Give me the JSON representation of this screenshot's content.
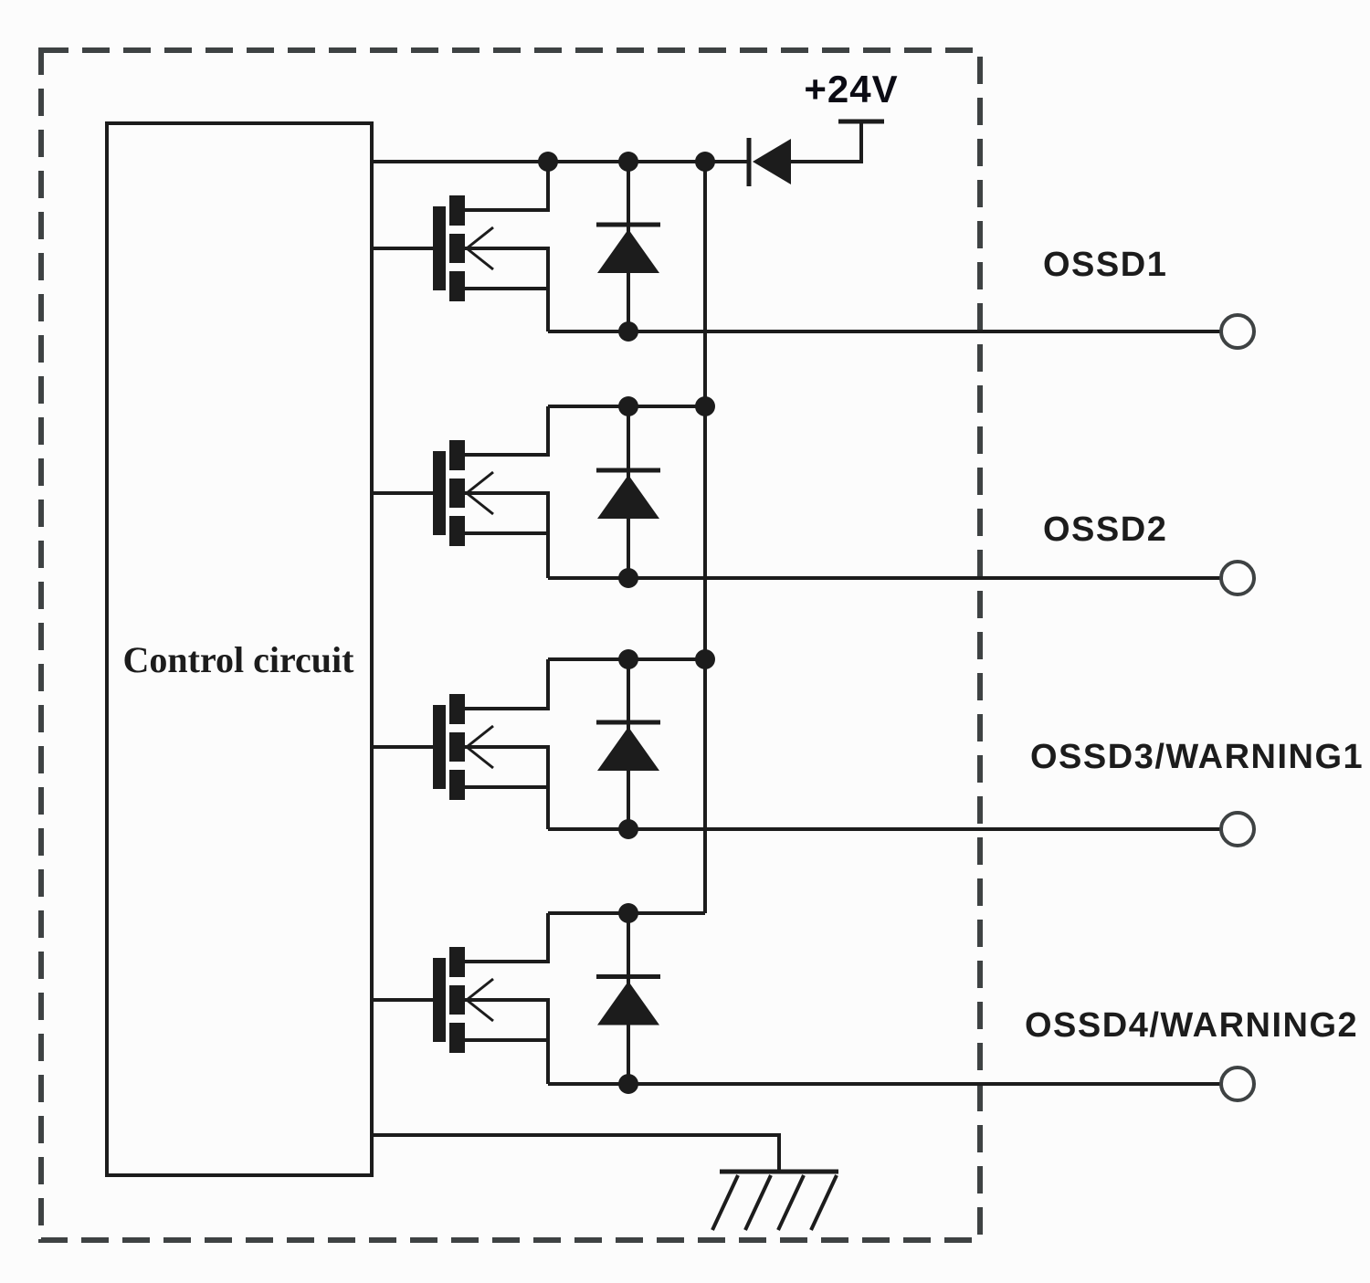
{
  "diagram": {
    "type": "circuit-schematic",
    "description": "OSSD output stage schematic with control circuit, four MOSFET outputs, flyback diodes, reverse-protection diode and ground",
    "colors": {
      "background": "#fcfcfc",
      "line": "#1c1c1c",
      "dashed_border": "#3e4243"
    },
    "supply": {
      "label": "+24V"
    },
    "control": {
      "label": "Control circuit"
    },
    "channels": [
      {
        "label": "OSSD1"
      },
      {
        "label": "OSSD2"
      },
      {
        "label": "OSSD3/WARNING1"
      },
      {
        "label": "OSSD4/WARNING2"
      }
    ],
    "symbols": {
      "transistor": "n-channel-mosfet-symbol",
      "clamp_diode": "flyback-diode-symbol",
      "supply_diode": "reverse-protection-diode-symbol",
      "ground": "ground-symbol",
      "terminal": "output-terminal-circle",
      "enclosure": "device-dashed-enclosure"
    }
  }
}
